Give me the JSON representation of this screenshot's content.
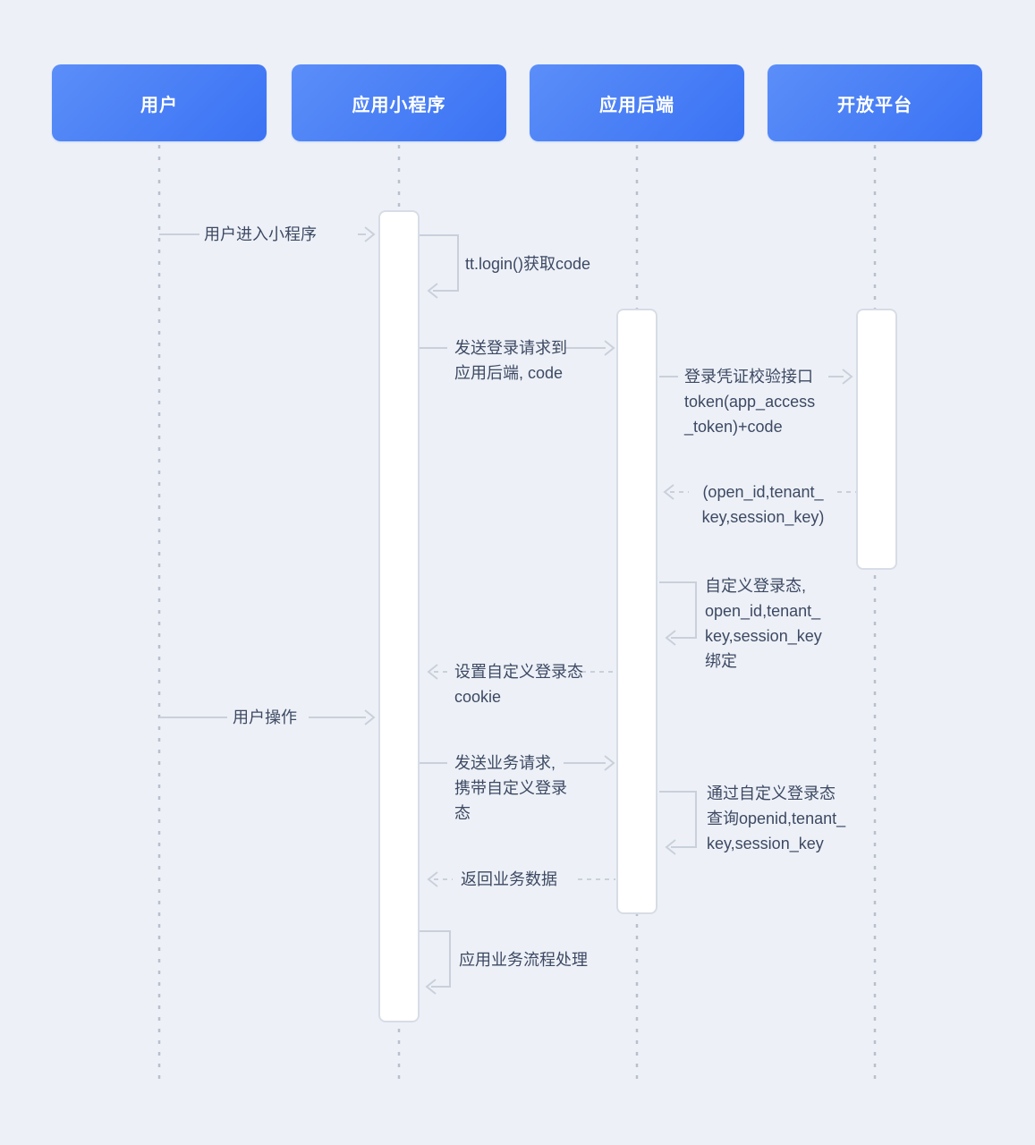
{
  "diagram": {
    "type": "sequence-diagram",
    "actors": [
      {
        "id": "user",
        "label": "用户"
      },
      {
        "id": "applet",
        "label": "应用小程序"
      },
      {
        "id": "backend",
        "label": "应用后端"
      },
      {
        "id": "platform",
        "label": "开放平台"
      }
    ],
    "messages": [
      {
        "id": "m1",
        "from": "用户",
        "to": "应用小程序",
        "style": "solid",
        "lines": [
          "用户进入小程序"
        ]
      },
      {
        "id": "m2",
        "self": "应用小程序",
        "style": "self-loop",
        "lines": [
          "tt.login()获取code"
        ]
      },
      {
        "id": "m3",
        "from": "应用小程序",
        "to": "应用后端",
        "style": "solid",
        "lines": [
          "发送登录请求到",
          "应用后端, code"
        ]
      },
      {
        "id": "m4",
        "from": "应用后端",
        "to": "开放平台",
        "style": "solid",
        "lines": [
          "登录凭证校验接口",
          "token(app_access",
          "_token)+code"
        ]
      },
      {
        "id": "m5",
        "from": "开放平台",
        "to": "应用后端",
        "style": "dashed",
        "lines": [
          "(open_id,tenant_",
          "key,session_key)"
        ]
      },
      {
        "id": "m6",
        "self": "应用后端",
        "style": "self-loop",
        "lines": [
          "自定义登录态,",
          "open_id,tenant_",
          "key,session_key",
          "绑定"
        ]
      },
      {
        "id": "m7",
        "from": "应用后端",
        "to": "应用小程序",
        "style": "dashed",
        "lines": [
          "设置自定义登录态",
          "cookie"
        ]
      },
      {
        "id": "m8",
        "from": "用户",
        "to": "应用小程序",
        "style": "solid",
        "lines": [
          "用户操作"
        ]
      },
      {
        "id": "m9",
        "from": "应用小程序",
        "to": "应用后端",
        "style": "solid",
        "lines": [
          "发送业务请求,",
          "携带自定义登录",
          "态"
        ]
      },
      {
        "id": "m10",
        "self": "应用后端",
        "style": "self-loop",
        "lines": [
          "通过自定义登录态",
          "查询openid,tenant_",
          "key,session_key"
        ]
      },
      {
        "id": "m11",
        "from": "应用后端",
        "to": "应用小程序",
        "style": "dashed",
        "lines": [
          "返回业务数据"
        ]
      },
      {
        "id": "m12",
        "self": "应用小程序",
        "style": "self-loop",
        "lines": [
          "应用业务流程处理"
        ]
      }
    ],
    "colors": {
      "background": "#edf1f7",
      "actor_gradient_start": "#5b8ef8",
      "actor_gradient_end": "#3a72f4",
      "actor_text": "#ffffff",
      "activation_fill": "#ffffff",
      "activation_border": "#d7dce6",
      "lifeline": "#b8c0cc",
      "arrow": "#c9d0da",
      "label_text": "#3d4963"
    }
  }
}
